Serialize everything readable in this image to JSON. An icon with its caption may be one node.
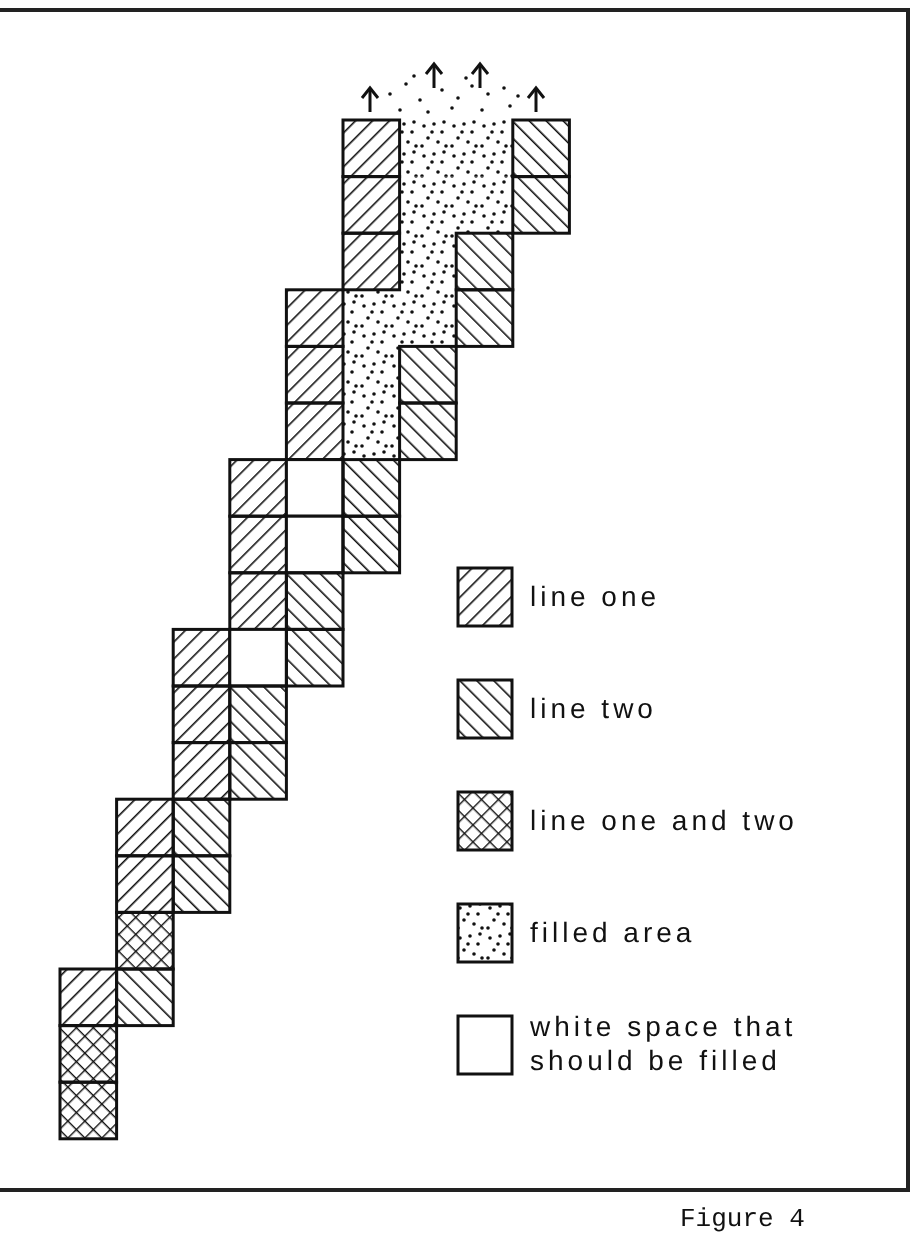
{
  "diagram": {
    "caption": "Figure 4",
    "legend": [
      {
        "text": "line one"
      },
      {
        "text": "line two"
      },
      {
        "text": "line one and two"
      },
      {
        "text": "filled area"
      },
      {
        "text": "white space that should be filled"
      }
    ]
  }
}
